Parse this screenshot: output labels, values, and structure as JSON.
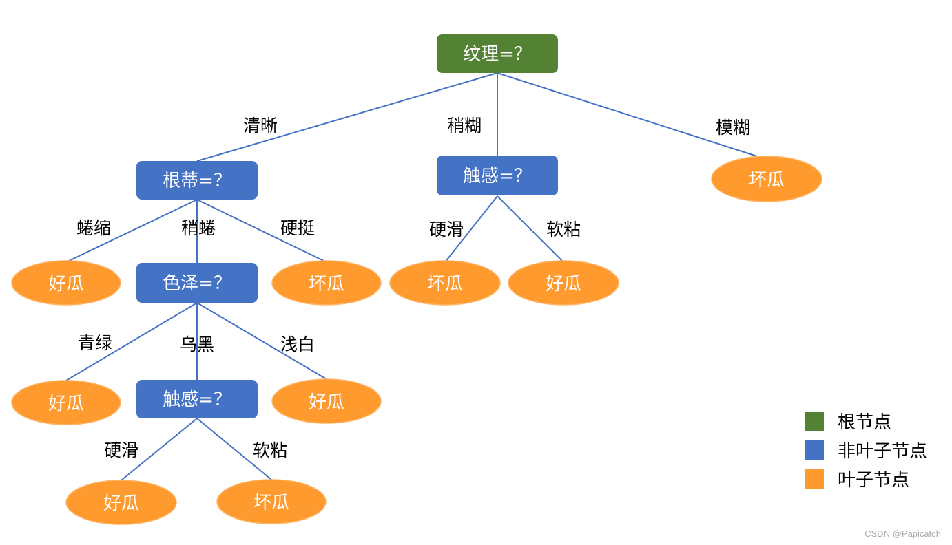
{
  "colors": {
    "root": "#548235",
    "internal": "#4472c4",
    "leaf": "#ff9a2e",
    "edge": "#4472c4"
  },
  "nodes": {
    "root": "纹理=？",
    "n_gendi": "根蒂=？",
    "n_chugan1": "触感=？",
    "leaf_bad_mohu": "坏瓜",
    "leaf_good_quansuo": "好瓜",
    "n_seze": "色泽=？",
    "leaf_bad_yingting": "坏瓜",
    "leaf_bad_yinghua1": "坏瓜",
    "leaf_good_ruannian1": "好瓜",
    "leaf_good_qinglv": "好瓜",
    "n_chugan2": "触感=？",
    "leaf_good_qianbai": "好瓜",
    "leaf_good_yinghua2": "好瓜",
    "leaf_bad_ruannian2": "坏瓜"
  },
  "edges": {
    "qingxi": "清晰",
    "shaohu": "稍糊",
    "mohu": "模糊",
    "quansuo": "蜷缩",
    "shaoquan": "稍蜷",
    "yingting": "硬挺",
    "yinghua1": "硬滑",
    "ruannian1": "软粘",
    "qinglv": "青绿",
    "wuhei": "乌黑",
    "qianbai": "浅白",
    "yinghua2": "硬滑",
    "ruannian2": "软粘"
  },
  "legend": {
    "root_label": "根节点",
    "internal_label": "非叶子节点",
    "leaf_label": "叶子节点"
  },
  "watermark": "CSDN @Papicatch"
}
